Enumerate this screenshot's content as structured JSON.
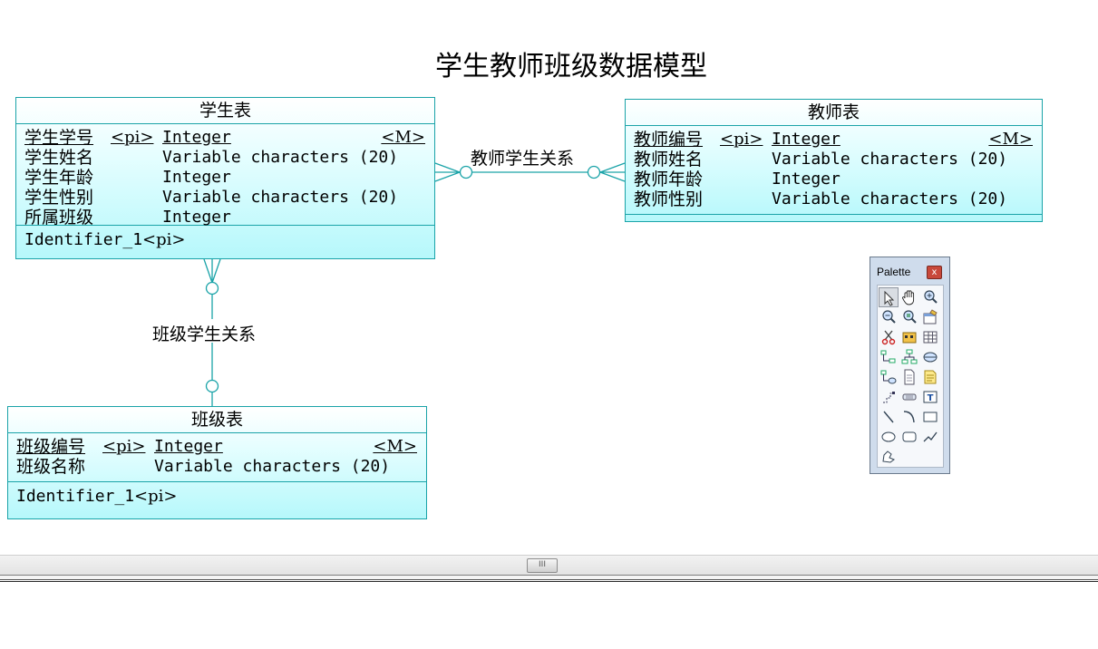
{
  "diagram": {
    "title": "学生教师班级数据模型"
  },
  "entities": {
    "student": {
      "name": "学生表",
      "attributes": [
        {
          "name": "学生学号",
          "pk": "<pi>",
          "type": "Integer",
          "mandatory": "<M>"
        },
        {
          "name": "学生姓名",
          "pk": "",
          "type": "Variable characters (20)",
          "mandatory": ""
        },
        {
          "name": "学生年龄",
          "pk": "",
          "type": "Integer",
          "mandatory": ""
        },
        {
          "name": "学生性别",
          "pk": "",
          "type": "Variable characters (20)",
          "mandatory": ""
        },
        {
          "name": "所属班级",
          "pk": "",
          "type": "Integer",
          "mandatory": ""
        }
      ],
      "identifier": {
        "name": "Identifier_1",
        "tag": "<pi>"
      }
    },
    "teacher": {
      "name": "教师表",
      "attributes": [
        {
          "name": "教师编号",
          "pk": "<pi>",
          "type": "Integer",
          "mandatory": "<M>"
        },
        {
          "name": "教师姓名",
          "pk": "",
          "type": "Variable characters (20)",
          "mandatory": ""
        },
        {
          "name": "教师年龄",
          "pk": "",
          "type": "Integer",
          "mandatory": ""
        },
        {
          "name": "教师性别",
          "pk": "",
          "type": "Variable characters (20)",
          "mandatory": ""
        }
      ]
    },
    "class": {
      "name": "班级表",
      "attributes": [
        {
          "name": "班级编号",
          "pk": "<pi>",
          "type": "Integer",
          "mandatory": "<M>"
        },
        {
          "name": "班级名称",
          "pk": "",
          "type": "Variable characters (20)",
          "mandatory": ""
        }
      ],
      "identifier": {
        "name": "Identifier_1",
        "tag": "<pi>"
      }
    }
  },
  "relationships": {
    "teacher_student": "教师学生关系",
    "class_student": "班级学生关系"
  },
  "palette": {
    "title": "Palette",
    "close": "x",
    "tools": [
      "pointer-tool-icon",
      "grabber-tool-icon",
      "zoom-in-tool-icon",
      "zoom-out-tool-icon",
      "open-package-tool-icon",
      "properties-tool-icon",
      "delete-tool-icon",
      "entity-tool-icon",
      "table-tool-icon",
      "relationship-tool-icon",
      "inheritance-tool-icon",
      "association-tool-icon",
      "association-link-tool-icon",
      "file-tool-icon",
      "note-tool-icon",
      "link-tool-icon",
      "hscroll-shape-tool-icon",
      "text-tool-icon",
      "line-tool-icon",
      "arc-tool-icon",
      "rectangle-tool-icon",
      "ellipse-tool-icon",
      "rounded-rect-tool-icon",
      "polyline-tool-icon",
      "polygon-tool-icon"
    ]
  },
  "scrollbar": {
    "thumb_label": "III"
  },
  "colors": {
    "entity_border": "#1aa3a8",
    "entity_fill": "#b6f8fb",
    "link": "#1aa3a8"
  }
}
